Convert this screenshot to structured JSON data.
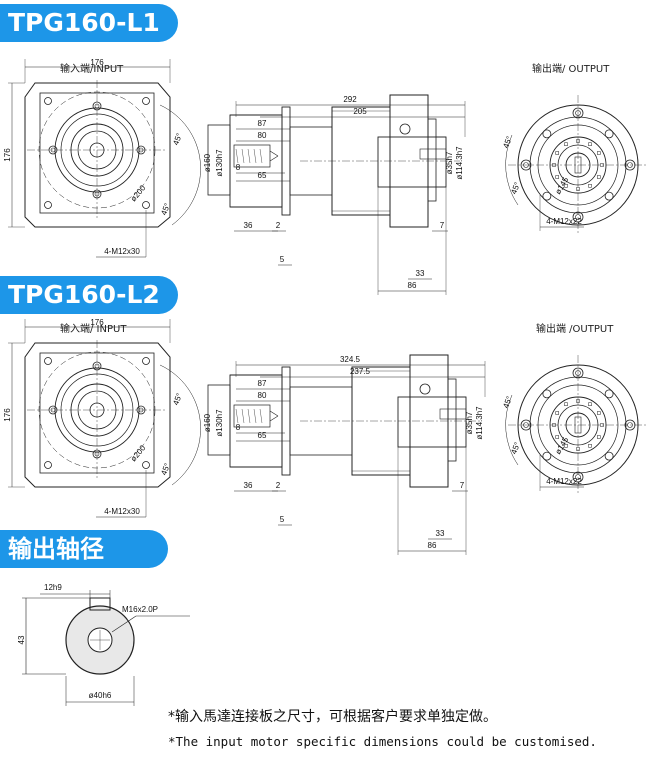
{
  "sections": [
    {
      "title": "TPG160-L1",
      "input_label": "输入端/INPUT",
      "output_label": "输出端/ OUTPUT",
      "dims": {
        "width_top": "176",
        "height_side": "176",
        "angle_top": "45°",
        "angle_bottom": "45°",
        "pcd": "ø200",
        "bolts": "4-M12x30",
        "overall": "292",
        "body": "205",
        "d87": "87",
        "d80": "80",
        "d8": "8",
        "d65": "65",
        "d160": "ø160",
        "d130": "ø130h7",
        "d36": "36",
        "d2": "2",
        "d5": "5",
        "d35": "ø35h7",
        "d114": "ø114.3h7",
        "d7": "7",
        "d33": "33",
        "d86": "86",
        "out_angle1": "45°",
        "out_angle2": "45°",
        "out_pcd": "ø145",
        "out_bolts": "4-M12x22"
      }
    },
    {
      "title": "TPG160-L2",
      "input_label": "输入端/ INPUT",
      "output_label": "输出端 /OUTPUT",
      "dims": {
        "width_top": "176",
        "height_side": "176",
        "angle_top": "45°",
        "angle_bottom": "45°",
        "pcd": "ø200",
        "bolts": "4-M12x30",
        "overall": "324.5",
        "body": "237.5",
        "d87": "87",
        "d80": "80",
        "d8": "8",
        "d65": "65",
        "d160": "ø160",
        "d130": "ø130h7",
        "d36": "36",
        "d2": "2",
        "d5": "5",
        "d35": "ø35h7",
        "d114": "ø114.3h7",
        "d7": "7",
        "d33": "33",
        "d86": "86",
        "out_angle1": "45°",
        "out_angle2": "45°",
        "out_pcd": "ø145",
        "out_bolts": "4-M12x22"
      }
    }
  ],
  "shaft": {
    "title": "输出轴径",
    "key_width": "12h9",
    "thread": "M16x2.0P",
    "height": "43",
    "diameter": "ø40h6"
  },
  "notes": {
    "cn": "*输入馬達连接板之尺寸，可根据客户要求单独定做。",
    "en": "*The input motor specific dimensions could be customised."
  },
  "colors": {
    "badge": "#1d96e8",
    "line": "#222222"
  }
}
